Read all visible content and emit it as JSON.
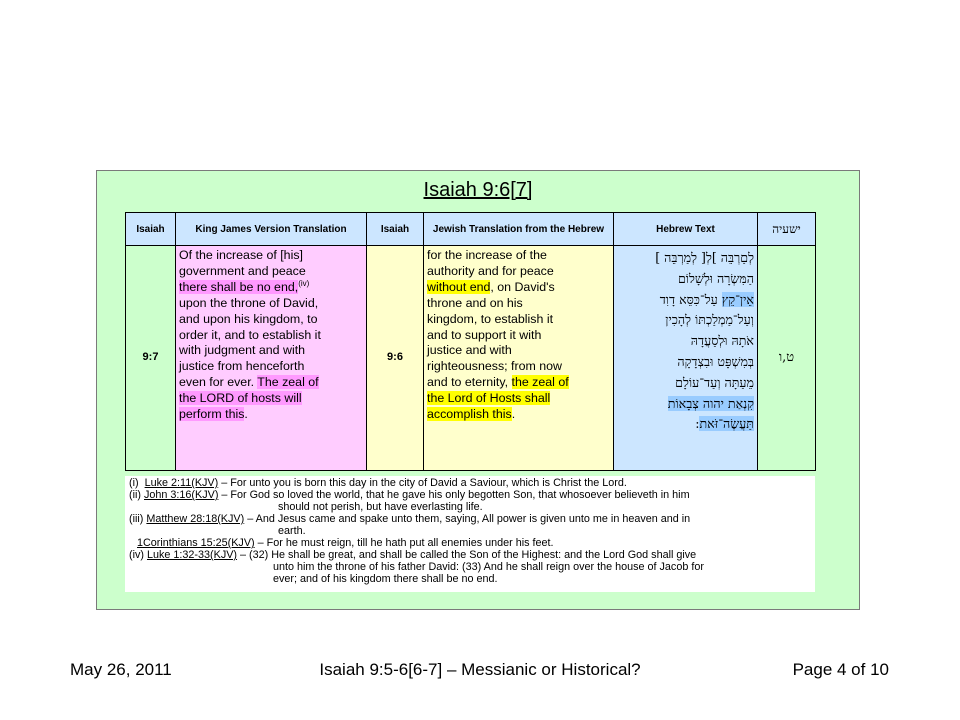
{
  "slide": {
    "title": "Isaiah 9:6[7]",
    "headers": {
      "isaiah1": "Isaiah",
      "kjv": "King James Version Translation",
      "isaiah2": "Isaiah",
      "jps": "Jewish Translation from the Hebrew",
      "hebrew": "Hebrew Text",
      "hebrew_book": "ישעיה"
    },
    "row": {
      "kjv_ref": "9:7",
      "jps_ref": "9:6",
      "hebrew_ref": "ט,ו",
      "kjv": {
        "l1": "Of the increase of [his]",
        "l2": "government and peace",
        "l3_hl": "there shall be no end,",
        "l3_sup": "(iv)",
        "l4": "upon the throne of David,",
        "l5": "and upon his kingdom, to",
        "l6": "order it, and to establish it",
        "l7": "with judgment and with",
        "l8": "justice from henceforth",
        "l9_a": "even for ever. ",
        "l9_hl": "The zeal of",
        "l10_hl": "the LORD of hosts will",
        "l11_hl": "perform this",
        "l11_end": "."
      },
      "jps": {
        "l1": "for the increase of the",
        "l2": "authority and for peace",
        "l3_hl": "without end",
        "l3_end": ", on David's",
        "l4": "throne and on his",
        "l5": "kingdom, to establish it",
        "l6": "and to support it with",
        "l7": "justice and with",
        "l8": "righteousness; from now",
        "l9_a": "and to eternity, ",
        "l9_hl": "the zeal of",
        "l10_hl": "the Lord of Hosts shall",
        "l11_hl": "accomplish this",
        "l11_end": "."
      },
      "hebrew": {
        "l1": "לְםַרְבֵּה ]לְ[ לְמַרְבֵּה ]",
        "l2": "הַמִּשְׂרָה וּלְשָׁלוֹם",
        "l3_hl": "אֵין־קֵץ",
        "l3_end": " עַל־כִּסֵּא דָוִד",
        "l4": "וְעַל־מַמְלַכְתּוֹ לְהָכִין",
        "l5": "אֹתָהּ וּלְסַעֲדָהּ",
        "l6": "בְּמִשְׁפָּט וּבִצְדָקָה",
        "l7": "מֵעַתָּה וְעַד־עוֹלָם",
        "l8_hl": "קִנְאַת יהוה צְבָאוֹת",
        "l9_hl": "תַּעֲשֶׂה־זֹּאת",
        "l9_end": ":"
      }
    },
    "notes": [
      {
        "label": "(i)",
        "link": "Luke 2:11(KJV)",
        "text": " – For unto you is born this day in the city of David a Saviour, which is Christ the Lord."
      },
      {
        "label": "(ii)",
        "link": "John 3:16(KJV)",
        "text": " – For God so loved the world, that he gave his only begotten Son, that whosoever believeth in him",
        "cont": "should not perish, but have everlasting life."
      },
      {
        "label": "(iii)",
        "link": "Matthew 28:18(KJV)",
        "text": " – And Jesus came and spake unto them, saying, All power is given unto me in heaven and in",
        "cont": "earth."
      },
      {
        "label": "",
        "link": "1Corinthians 15:25(KJV)",
        "text": " – For he must reign, till he hath put all enemies under his feet."
      },
      {
        "label": "(iv)",
        "link": "Luke 1:32-33(KJV)",
        "text": " – (32) He shall be great, and shall be called the Son of the Highest: and the Lord God shall give",
        "cont": "unto him the throne of his father David: (33) And he shall reign over the house of Jacob for",
        "cont2": "ever; and of his kingdom there shall be no end."
      }
    ]
  },
  "footer": {
    "date": "May 26, 2011",
    "title": "Isaiah 9:5-6[6-7] – Messianic or Historical?",
    "page": "Page 4 of 10"
  },
  "colors": {
    "panel": "#ccffcc",
    "header": "#cce6ff",
    "kjv_bg": "#ffccff",
    "jps_bg": "#ffffcc",
    "pink_highlight": "#ff99ff",
    "yellow_highlight": "#ffff00",
    "blue_highlight": "#99ccff"
  }
}
